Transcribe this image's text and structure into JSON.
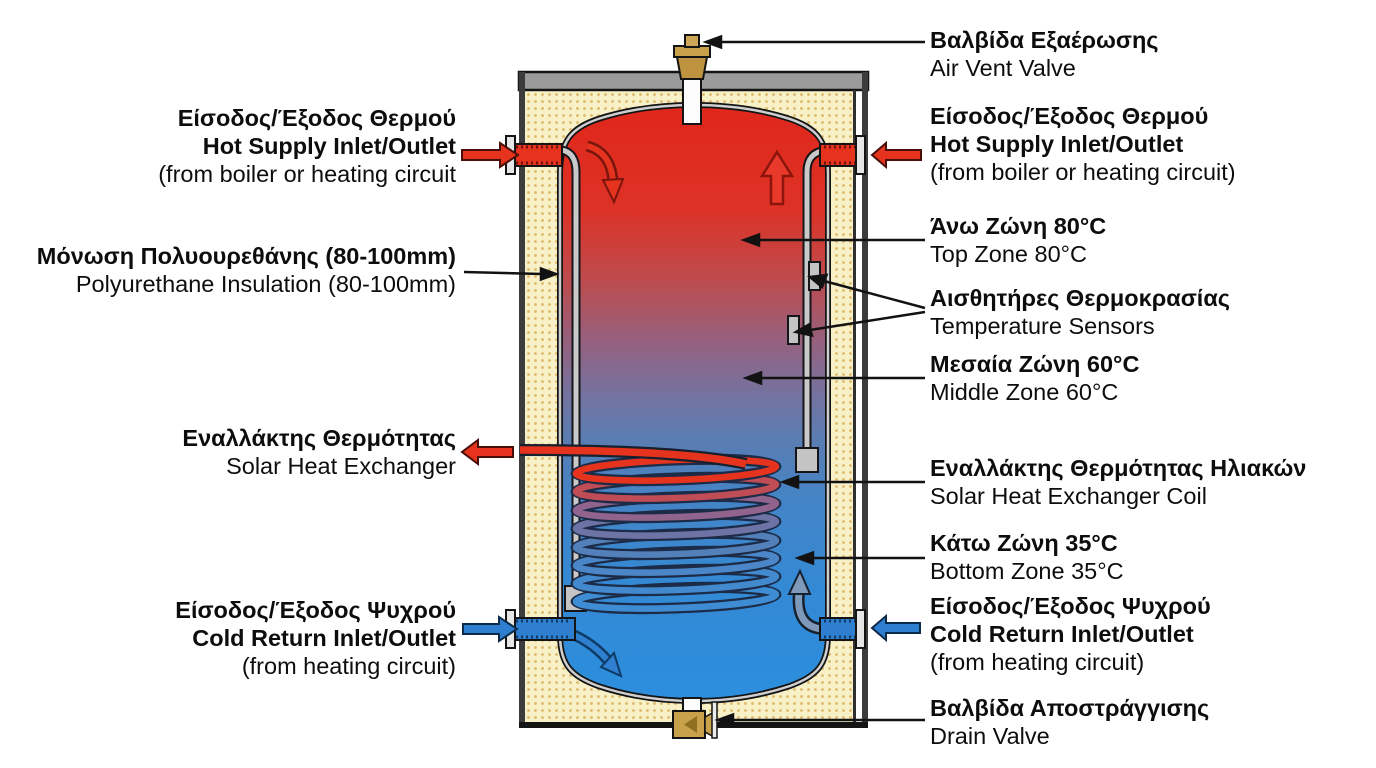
{
  "labels": {
    "air_vent": {
      "greek": "Βαλβίδα Εξαέρωσης",
      "english": "Air Vent Valve"
    },
    "hot_left": {
      "greek": "Είσοδος/Έξοδος Θερμού",
      "english": "Hot Supply Inlet/Outlet",
      "note": "(from boiler or heating circuit"
    },
    "hot_right": {
      "greek": "Είσοδος/Έξοδος Θερμού",
      "english": "Hot Supply Inlet/Outlet",
      "note": "(from boiler or heating circuit)"
    },
    "insulation": {
      "greek": "Μόνωση Πολυουρεθάνης (80-100mm)",
      "english": "Polyurethane Insulation (80-100mm)"
    },
    "top_zone": {
      "greek": "Άνω Ζώνη 80°C",
      "english": "Top Zone 80°C"
    },
    "sensors": {
      "greek": "Αισθητήρες Θερμοκρασίας",
      "english": "Temperature Sensors"
    },
    "middle_zone": {
      "greek": "Μεσαία Ζώνη 60°C",
      "english": "Middle Zone 60°C"
    },
    "solar_exchanger": {
      "greek": "Εναλλάκτης Θερμότητας",
      "english": "Solar Heat Exchanger"
    },
    "solar_coil": {
      "greek": "Εναλλάκτης Θερμότητας Ηλιακών",
      "english": "Solar Heat Exchanger Coil"
    },
    "bottom_zone": {
      "greek": "Κάτω Ζώνη 35°C",
      "english": "Bottom Zone 35°C"
    },
    "cold_left": {
      "greek": "Είσοδος/Έξοδος Ψυχρού",
      "english": "Cold Return Inlet/Outlet",
      "note": "(from heating circuit)"
    },
    "cold_right": {
      "greek": "Είσοδος/Έξοδος Ψυχρού",
      "english": "Cold Return Inlet/Outlet",
      "note": "(from heating circuit)"
    },
    "drain": {
      "greek": "Βαλβίδα Αποστράγγισης",
      "english": "Drain Valve"
    }
  },
  "zones": {
    "top_c": "80°C",
    "middle_c": "60°C",
    "bottom_c": "35°C"
  },
  "colors": {
    "hot": "#E5331E",
    "cold": "#2E7FD0",
    "tank_top": "#E1261B",
    "tank_bottom": "#2B8FDE",
    "insulation_fill": "#F8F1C8",
    "insulation_dot": "#DEB96B",
    "brass": "#C9A14B",
    "casing": "#9B9B9B",
    "outline": "#141414"
  }
}
